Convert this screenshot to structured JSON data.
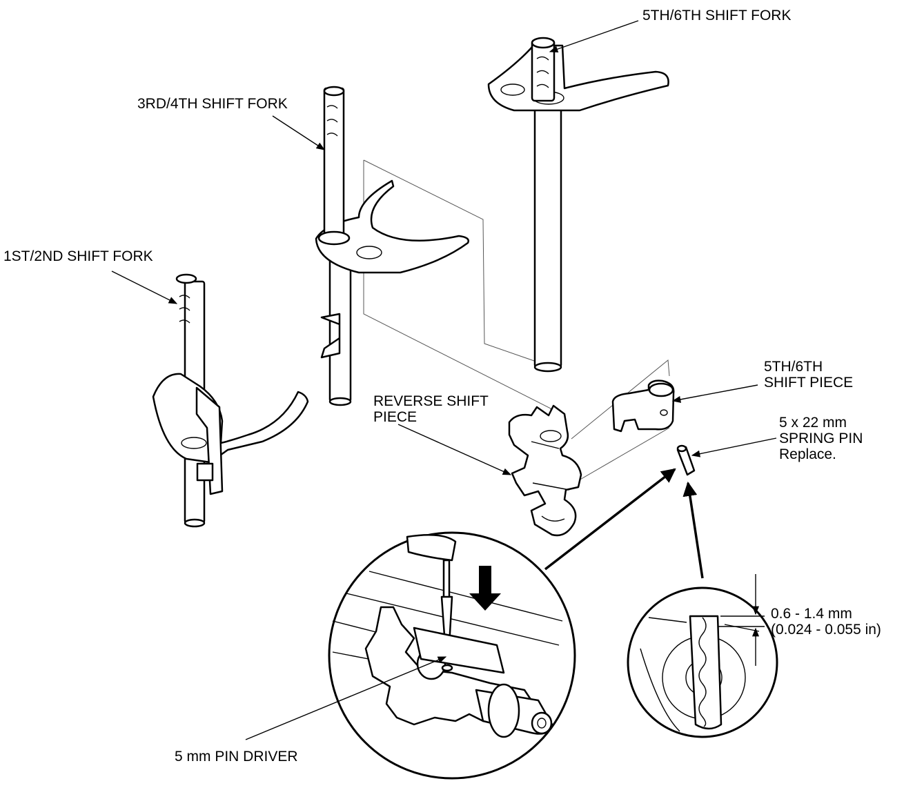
{
  "labels": {
    "fork_56": "5TH/6TH SHIFT FORK",
    "fork_34": "3RD/4TH SHIFT FORK",
    "fork_12": "1ST/2ND SHIFT FORK",
    "piece_56_line1": "5TH/6TH",
    "piece_56_line2": "SHIFT PIECE",
    "reverse_line1": "REVERSE SHIFT",
    "reverse_line2": "PIECE",
    "pin_line1": "5 x 22 mm",
    "pin_line2": "SPRING PIN",
    "pin_line3": "Replace.",
    "dim_line1": "0.6 - 1.4 mm",
    "dim_line2": "(0.024 - 0.055 in)",
    "pin_driver": "5 mm PIN DRIVER"
  }
}
